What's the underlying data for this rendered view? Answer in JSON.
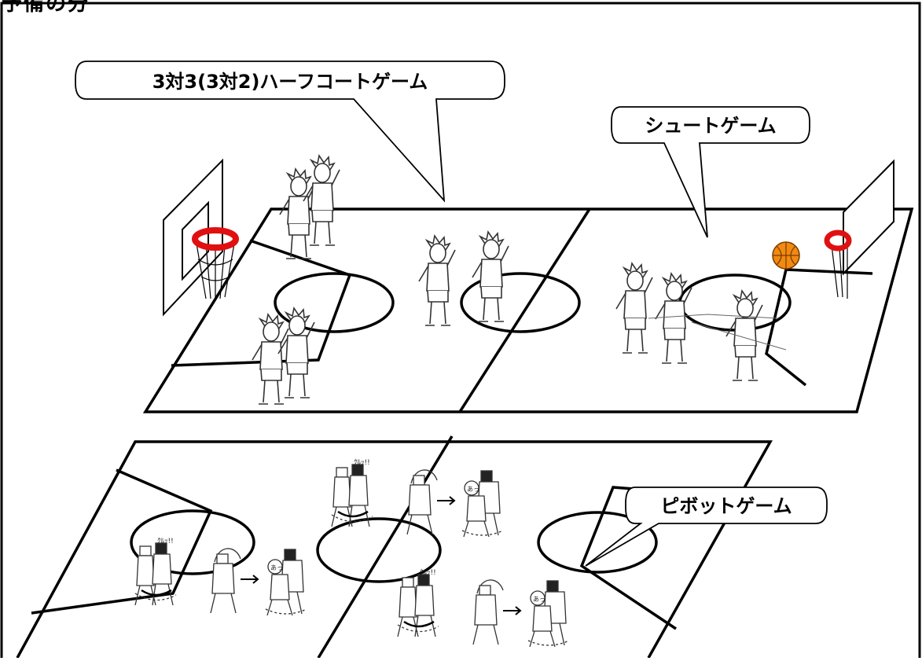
{
  "header": {
    "text": "予備の分"
  },
  "labels": {
    "half_court_game": "3対3(3対2)ハーフコートゲーム",
    "shoot_game": "シュートゲーム",
    "pivot_game": "ピボットゲーム"
  },
  "sfx": {
    "kurutt": "ｸﾙｯ!!",
    "ah": "あっ!!"
  },
  "colors": {
    "rim": "#e01010",
    "ball": "#f08a10",
    "line": "#000000"
  }
}
